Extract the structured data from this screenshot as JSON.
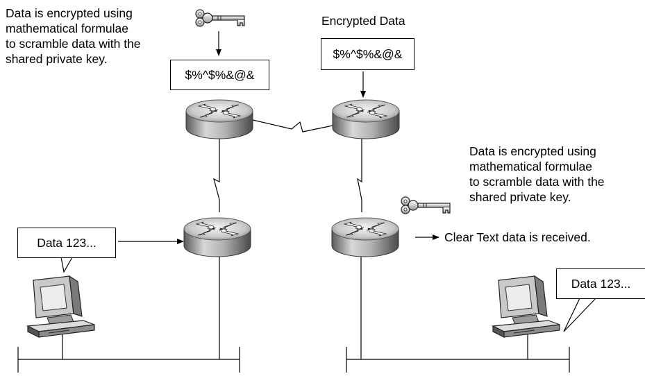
{
  "left_caption": "Data is encrypted using\nmathematical formulae\nto scramble data with the\nshared private key.",
  "right_caption": "Data is encrypted using\nmathematical formulae\nto scramble data with the\nshared private key.",
  "encrypted_data_label": "Encrypted Data",
  "left_cipher_text": "$%^$%&@&",
  "right_cipher_text": "$%^$%&@&",
  "left_pc_bubble": "Data 123...",
  "right_pc_bubble": "Data 123...",
  "clear_text_label": "Clear Text data is received."
}
